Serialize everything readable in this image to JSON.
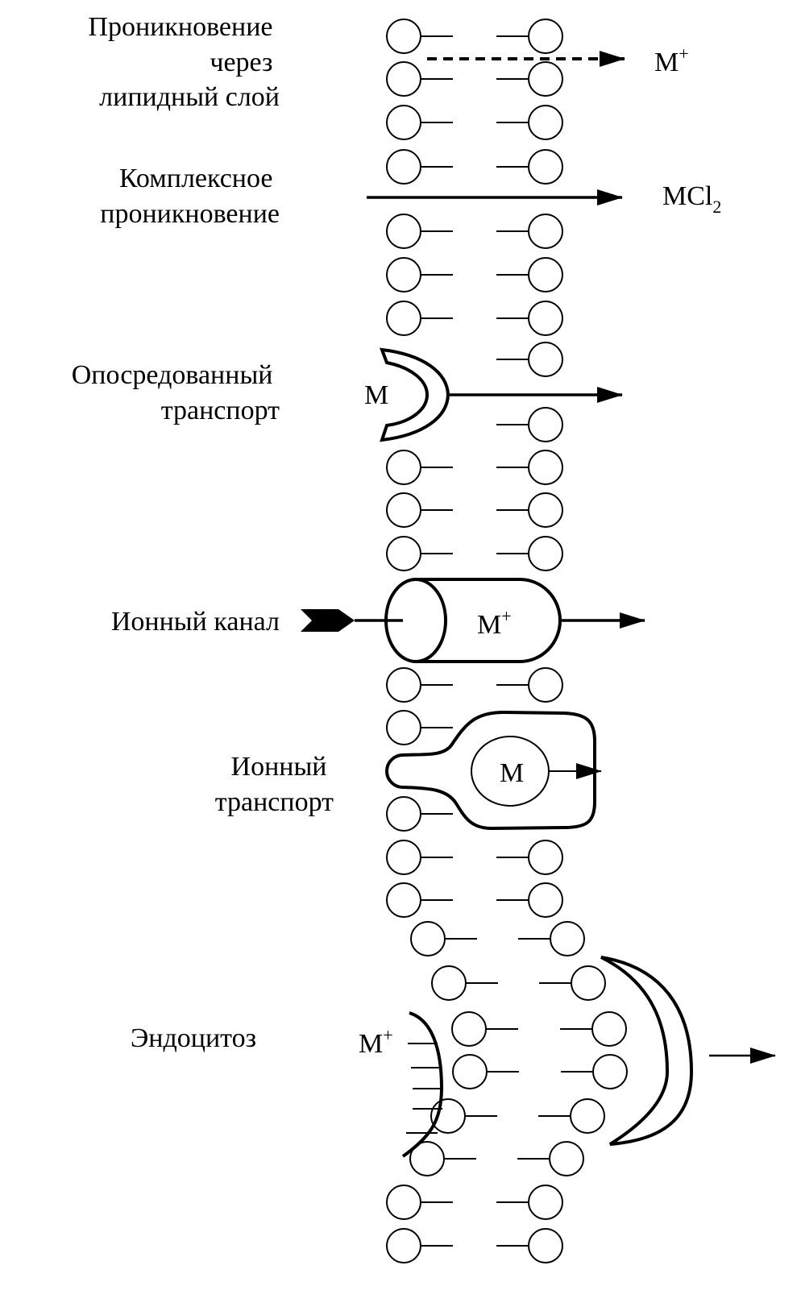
{
  "labels": {
    "lipid_permeation": [
      "Проникновение",
      "через",
      "липидный слой"
    ],
    "complex_permeation": [
      "Комплексное",
      "проникновение"
    ],
    "mediated_transport": [
      "Опосредованный",
      "транспорт"
    ],
    "ion_channel": [
      "Ионный канал"
    ],
    "ion_transport": [
      "Ионный",
      "транспорт"
    ],
    "endocytosis": [
      "Эндоцитоз"
    ]
  },
  "symbols": {
    "m_plus_lipid": "M",
    "m_plus_lipid_sup": "+",
    "mcl2": "MCl",
    "mcl2_sub": "2",
    "m_carrier": "M",
    "m_channel": "M",
    "m_channel_sup": "+",
    "m_transport": "M",
    "m_endo": "M",
    "m_endo_sup": "+"
  },
  "colors": {
    "stroke": "#000000",
    "background": "#ffffff"
  }
}
